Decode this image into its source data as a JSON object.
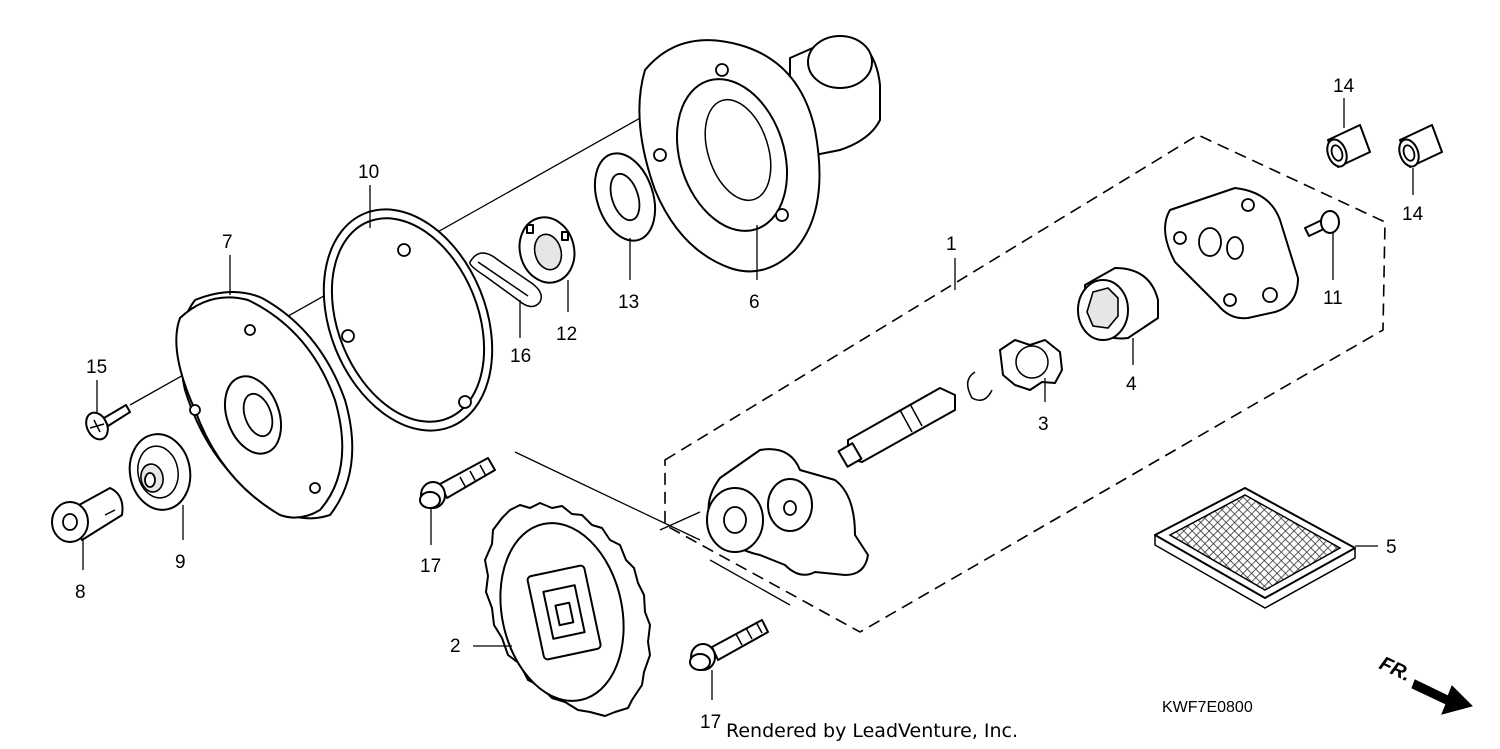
{
  "diagram": {
    "callouts": [
      "1",
      "2",
      "3",
      "4",
      "5",
      "6",
      "7",
      "8",
      "9",
      "10",
      "11",
      "12",
      "13",
      "14",
      "15",
      "16",
      "17"
    ],
    "code": "KWF7E0800",
    "direction_label": "FR.",
    "credit": "Rendered by LeadVenture, Inc."
  }
}
